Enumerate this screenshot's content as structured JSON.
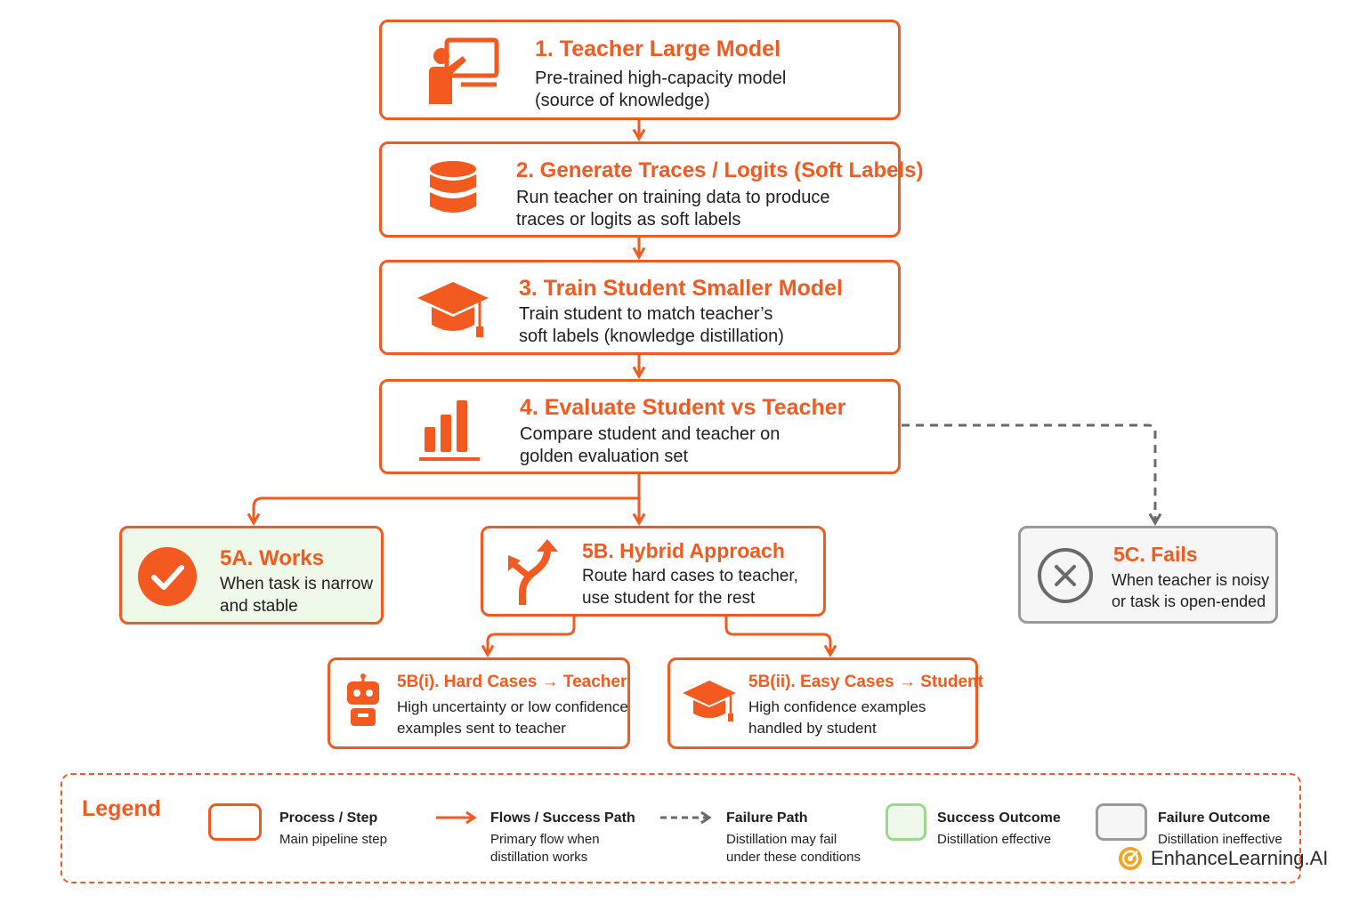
{
  "steps": {
    "teacher": {
      "title": "1. Teacher Large Model",
      "desc1": "Pre-trained high-capacity model",
      "desc2": "(source of knowledge)",
      "icon": "teacher-presenting-icon"
    },
    "generate": {
      "title": "2. Generate Traces / Logits (Soft Labels)",
      "desc1": "Run teacher on training data to produce",
      "desc2": "traces or logits as soft labels",
      "icon": "database-icon"
    },
    "train": {
      "title": "3. Train Student Smaller Model",
      "desc1": "Train student to match teacher’s",
      "desc2": "soft labels (knowledge distillation)",
      "icon": "graduation-cap-icon"
    },
    "evaluate": {
      "title": "4. Evaluate Student vs Teacher",
      "desc1": "Compare student and teacher on",
      "desc2": "golden evaluation set",
      "icon": "bar-chart-icon"
    }
  },
  "outcomes": {
    "works": {
      "title": "5A. Works",
      "desc1": "When task is narrow",
      "desc2": "and stable",
      "icon": "check-circle-icon"
    },
    "hybrid": {
      "title": "5B. Hybrid Approach",
      "desc1": "Route hard cases to teacher,",
      "desc2": "use student for the rest",
      "icon": "split-route-arrow-icon"
    },
    "fails": {
      "title": "5C. Fails",
      "desc1": "When teacher is noisy",
      "desc2": "or task is open-ended",
      "icon": "x-circle-icon"
    },
    "hard": {
      "title": "5B(i). Hard Cases → Teacher",
      "desc1": "High uncertainty or low confidence",
      "desc2": "examples sent to teacher",
      "icon": "robot-icon"
    },
    "easy": {
      "title": "5B(ii). Easy Cases → Student",
      "desc1": "High confidence examples",
      "desc2": "handled by student",
      "icon": "graduation-cap-icon"
    }
  },
  "legend": {
    "title": "Legend",
    "items": [
      {
        "title": "Process / Step",
        "desc1": "Main pipeline step",
        "desc2": ""
      },
      {
        "title": "Flows / Success Path",
        "desc1": "Primary flow when",
        "desc2": "distillation works"
      },
      {
        "title": "Failure Path",
        "desc1": "Distillation may fail",
        "desc2": "under these conditions"
      },
      {
        "title": "Success Outcome",
        "desc1": "Distillation effective",
        "desc2": ""
      },
      {
        "title": "Failure Outcome",
        "desc1": "Distillation ineffective",
        "desc2": ""
      }
    ]
  },
  "brand": {
    "name": "EnhanceLearning.AI"
  },
  "colors": {
    "accent": "#f25a1f",
    "success_bg": "#eef9ea",
    "failure_border": "#9a9a9a",
    "failure_bg": "#f6f6f6"
  }
}
